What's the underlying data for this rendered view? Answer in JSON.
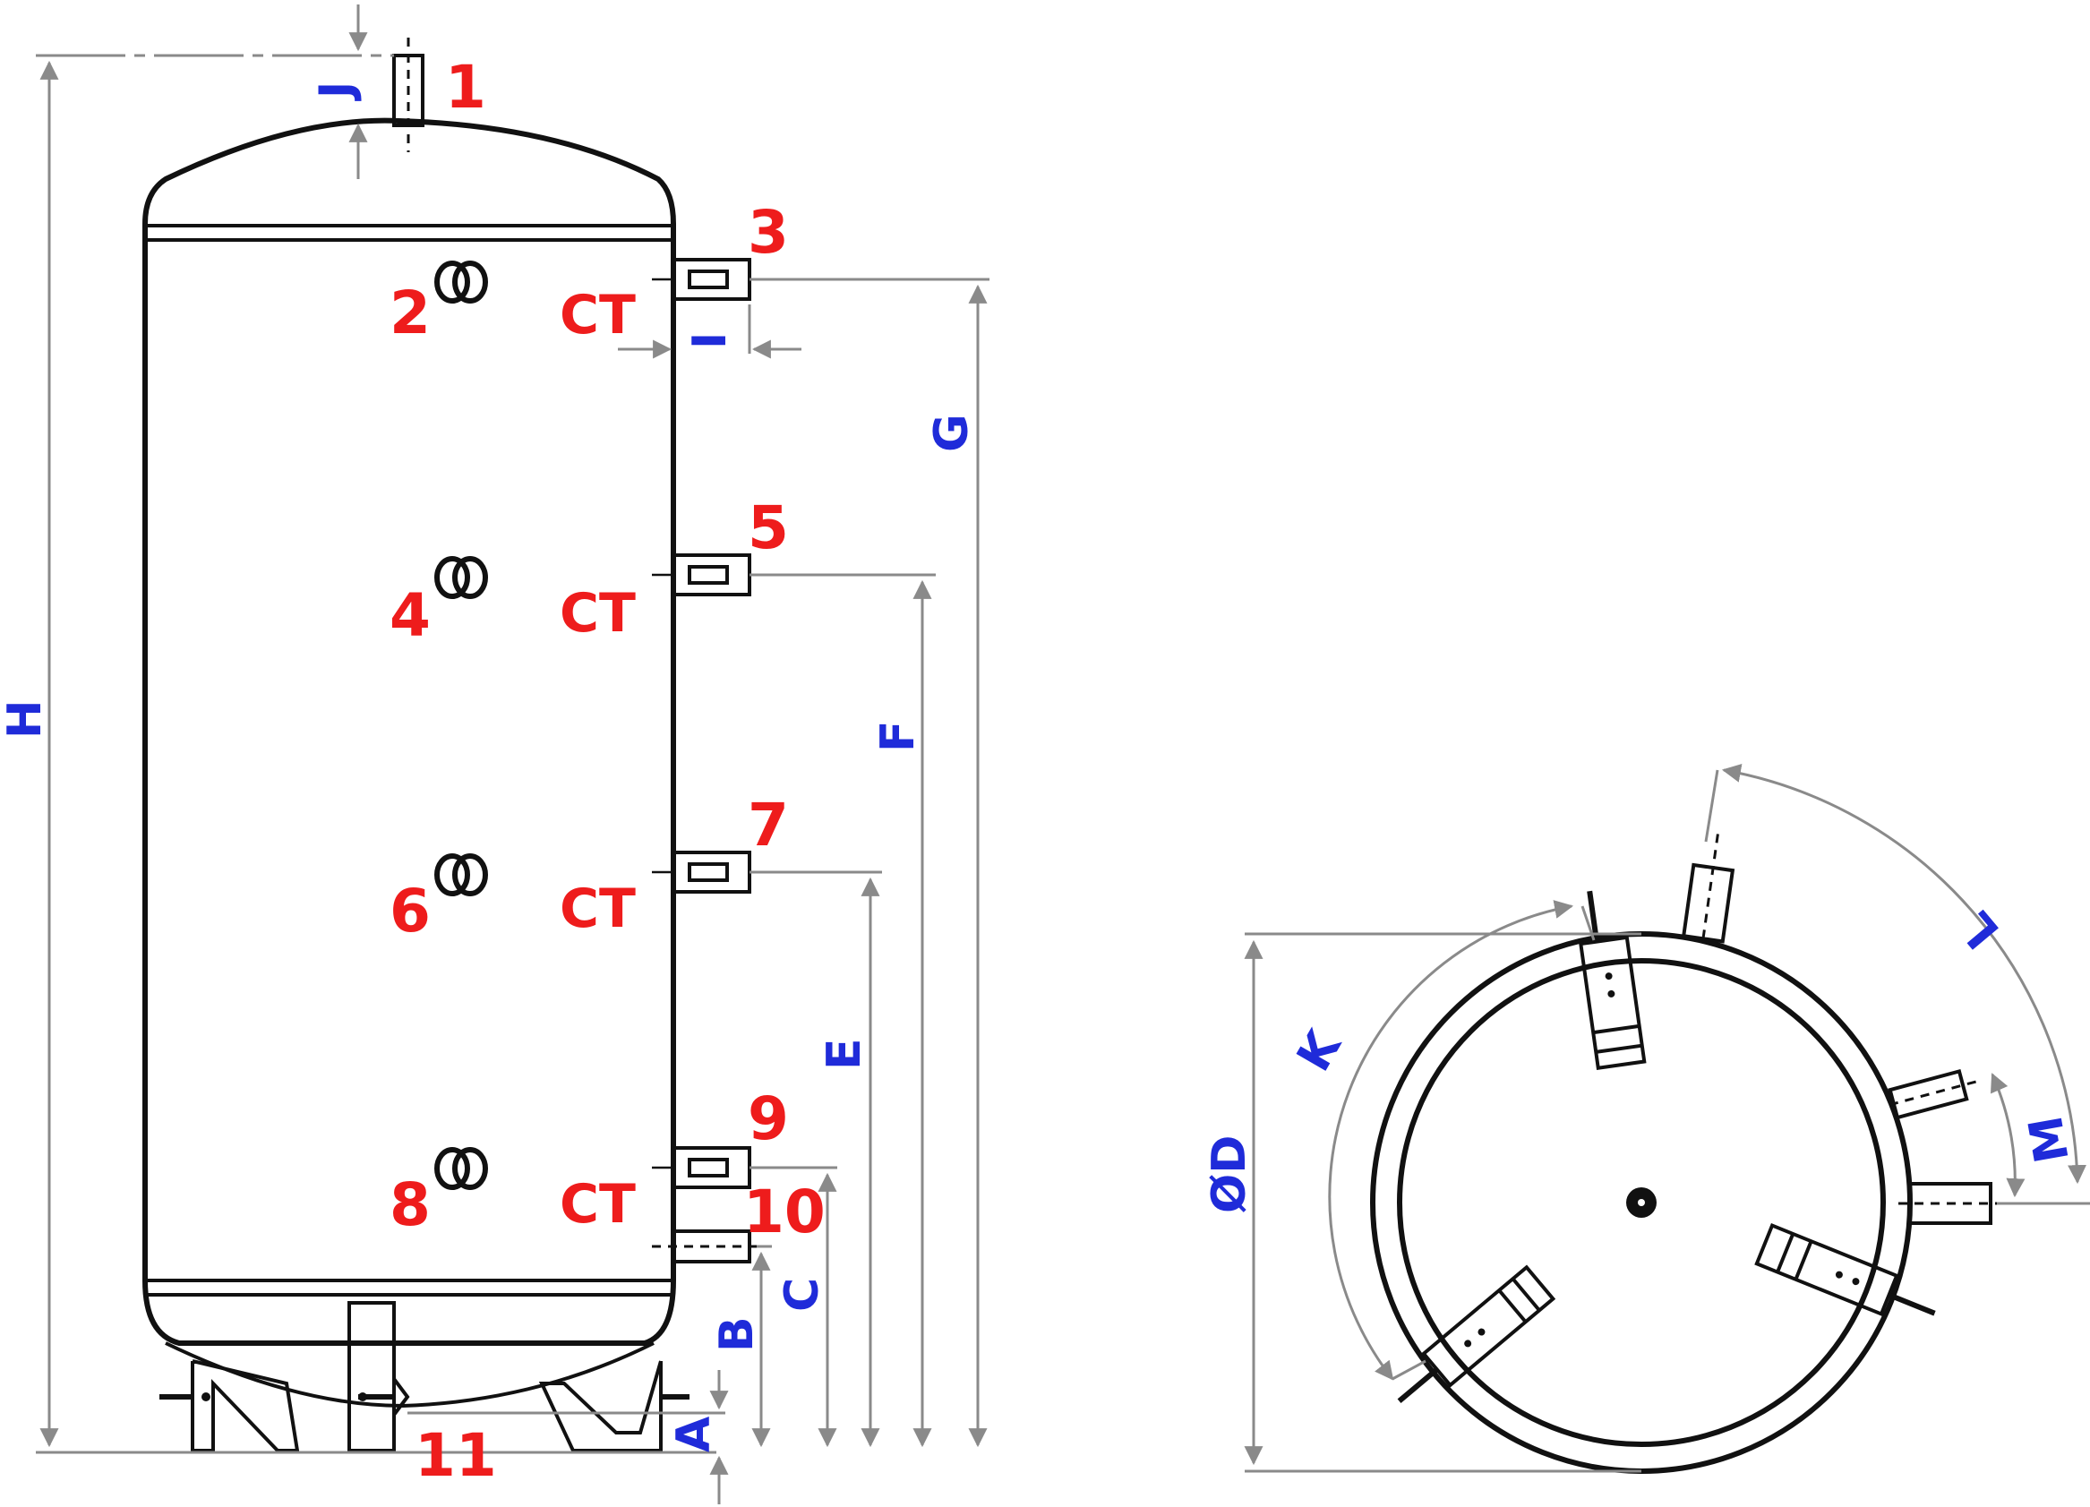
{
  "ports": {
    "p1": "1",
    "p2": "2",
    "p3": "3",
    "p4": "4",
    "p5": "5",
    "p6": "6",
    "p7": "7",
    "p8": "8",
    "p9": "9",
    "p10": "10",
    "p11": "11"
  },
  "sensor_label": "CT",
  "dimensions": {
    "H": "H",
    "J": "J",
    "I": "I",
    "G": "G",
    "F": "F",
    "E": "E",
    "C": "C",
    "B": "B",
    "A": "A",
    "D": "ØD",
    "K": "K",
    "L": "L",
    "M": "M"
  },
  "colors": {
    "port_number": "#ee1c1c",
    "dimension_label": "#1f2bd9",
    "outline": "#111111",
    "dimension_line": "#8a8a8a"
  }
}
